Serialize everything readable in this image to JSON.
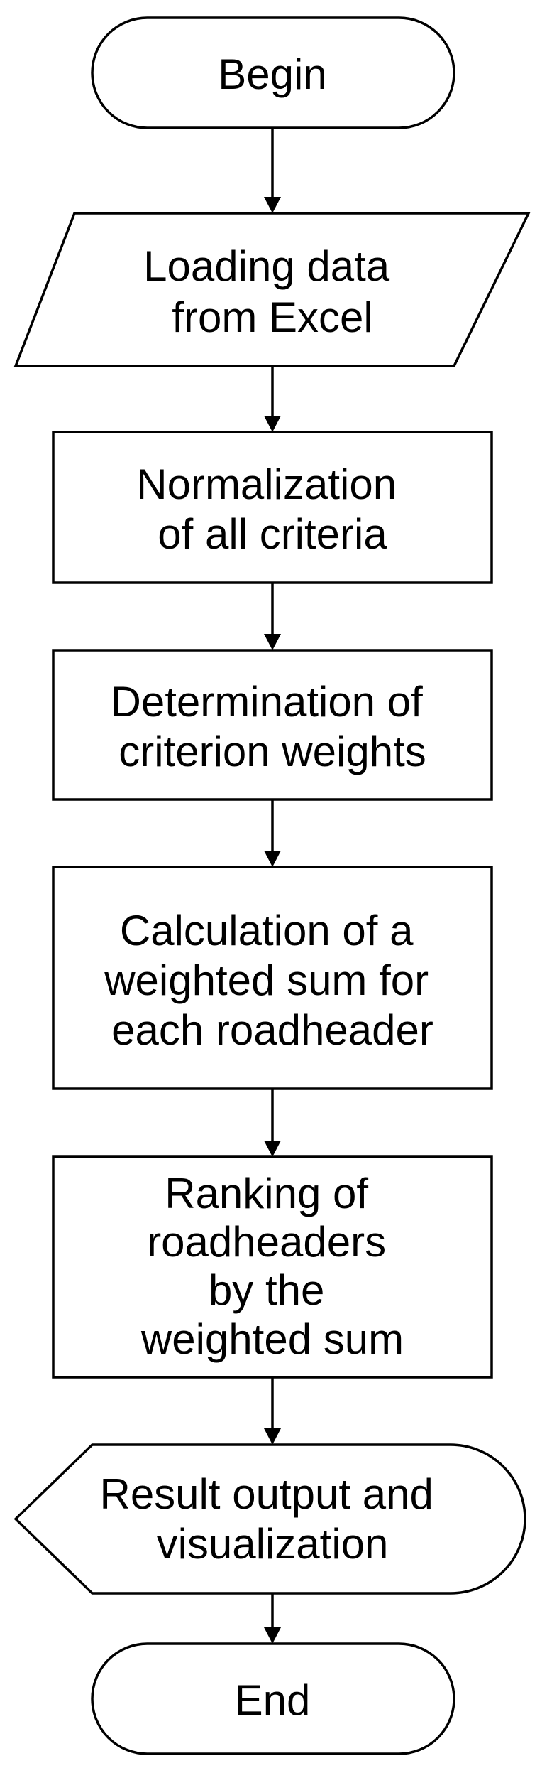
{
  "nodes": [
    {
      "type": "terminator",
      "lines": [
        "Begin"
      ]
    },
    {
      "type": "data-input",
      "lines": [
        "Loading data",
        "from Excel"
      ]
    },
    {
      "type": "process",
      "lines": [
        "Normalization",
        "of all criteria"
      ]
    },
    {
      "type": "process",
      "lines": [
        "Determination of",
        "criterion weights"
      ]
    },
    {
      "type": "process",
      "lines": [
        "Calculation of a",
        "weighted sum for",
        "each roadheader"
      ]
    },
    {
      "type": "process",
      "lines": [
        "Ranking of",
        "roadheaders",
        "by the",
        "weighted sum"
      ]
    },
    {
      "type": "display",
      "lines": [
        "Result output and",
        "visualization"
      ]
    },
    {
      "type": "terminator",
      "lines": [
        "End"
      ]
    }
  ],
  "edges": [
    {
      "from": 0,
      "to": 1
    },
    {
      "from": 1,
      "to": 2
    },
    {
      "from": 2,
      "to": 3
    },
    {
      "from": 3,
      "to": 4
    },
    {
      "from": 4,
      "to": 5
    },
    {
      "from": 5,
      "to": 6
    },
    {
      "from": 6,
      "to": 7
    }
  ]
}
